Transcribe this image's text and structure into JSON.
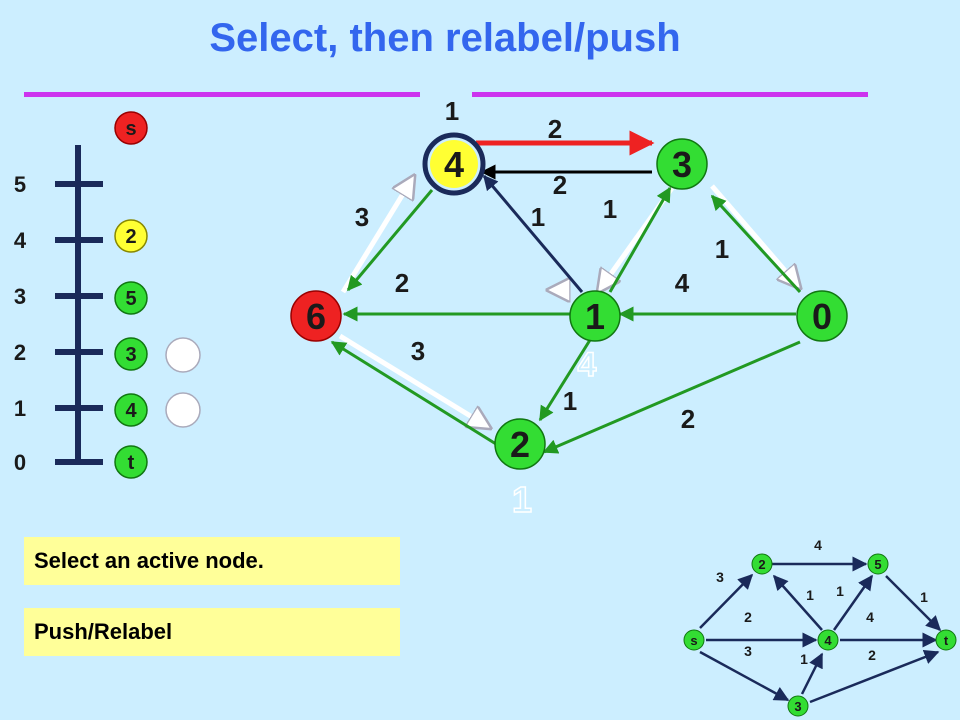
{
  "title": "Select, then relabel/push",
  "colors": {
    "title": "#3366ee",
    "rule": "#cc33ee",
    "green": "#229922",
    "red": "#ee2222",
    "yellow": "#ffff33",
    "node_green": "#33dd33",
    "yellow_box": "#ffff99",
    "bg": "#cceeff"
  },
  "scale": {
    "levels": [
      "0",
      "1",
      "2",
      "3",
      "4",
      "5"
    ],
    "nodes": [
      {
        "label": "s",
        "level": 6,
        "color": "red"
      },
      {
        "label": "2",
        "level": 4,
        "color": "yellow"
      },
      {
        "label": "5",
        "level": 3,
        "color": "green"
      },
      {
        "label": "3",
        "level": 2,
        "color": "green"
      },
      {
        "label": "4",
        "level": 1,
        "color": "green"
      },
      {
        "label": "t",
        "level": 0,
        "color": "green"
      }
    ]
  },
  "graph": {
    "nodes": [
      {
        "id": "n4",
        "label": "4",
        "color": "yellow",
        "selected": true,
        "top_label": "1"
      },
      {
        "id": "n3",
        "label": "3",
        "color": "green"
      },
      {
        "id": "n6",
        "label": "6",
        "color": "red"
      },
      {
        "id": "n1",
        "label": "1",
        "color": "green",
        "ghost_label": "4"
      },
      {
        "id": "n0",
        "label": "0",
        "color": "green"
      },
      {
        "id": "n2",
        "label": "2",
        "color": "green",
        "ghost_label": "1"
      }
    ],
    "edge_labels": [
      "2",
      "2",
      "3",
      "1",
      "1",
      "1",
      "2",
      "4",
      "3",
      "1",
      "2"
    ]
  },
  "boxes": {
    "select": "Select an active node.",
    "push": "Push/Relabel"
  },
  "mini_graph": {
    "nodes": [
      "s",
      "2",
      "5",
      "4",
      "t",
      "3"
    ],
    "labels": [
      "4",
      "3",
      "1",
      "1",
      "1",
      "2",
      "4",
      "3",
      "1",
      "2"
    ]
  }
}
